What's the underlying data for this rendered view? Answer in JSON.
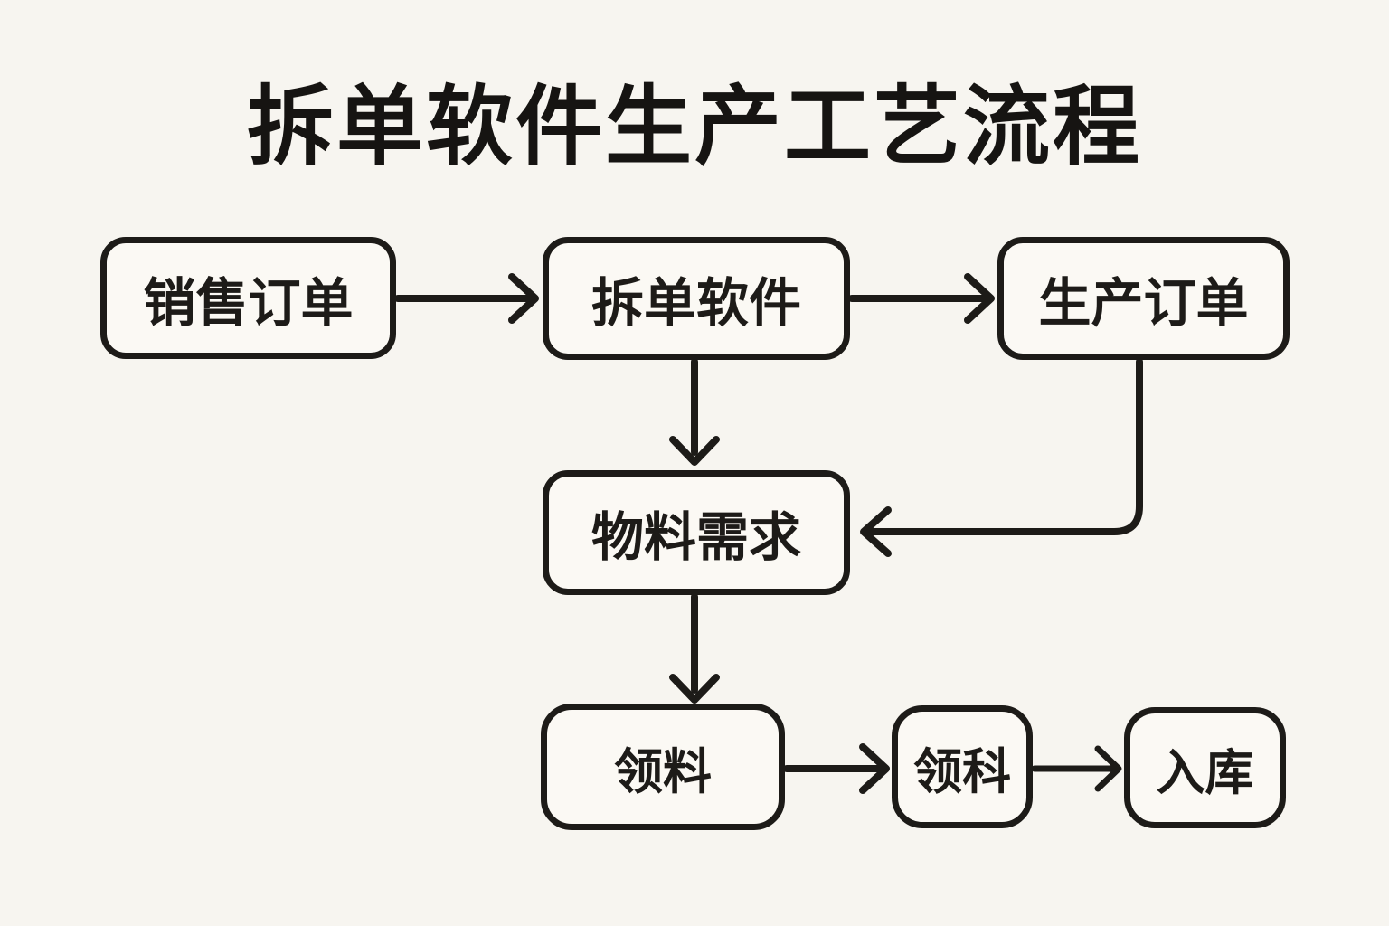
{
  "title": "拆单软件生产工艺流程",
  "colors": {
    "background": "#f7f5f0",
    "box_fill": "#fbf9f4",
    "line": "#1d1b18",
    "text": "#1d1b18"
  },
  "diagram": {
    "type": "flowchart",
    "nodes": [
      {
        "id": "sales-order",
        "label": "销售订单"
      },
      {
        "id": "split-software",
        "label": "拆单软件"
      },
      {
        "id": "production-order",
        "label": "生产订单"
      },
      {
        "id": "material-requirements",
        "label": "物料需求"
      },
      {
        "id": "picking",
        "label": "领料"
      },
      {
        "id": "picking-2",
        "label": "领科"
      },
      {
        "id": "warehouse-in",
        "label": "入库"
      }
    ],
    "edges": [
      {
        "from": "销售订单",
        "to": "拆单软件",
        "shape": "straight-right"
      },
      {
        "from": "拆单软件",
        "to": "生产订单",
        "shape": "straight-right"
      },
      {
        "from": "拆单软件",
        "to": "物料需求",
        "shape": "straight-down"
      },
      {
        "from": "生产订单",
        "to": "物料需求",
        "shape": "elbow-down-left"
      },
      {
        "from": "物料需求",
        "to": "领料",
        "shape": "straight-down"
      },
      {
        "from": "领料",
        "to": "领科",
        "shape": "straight-right"
      },
      {
        "from": "领科",
        "to": "入库",
        "shape": "straight-right"
      }
    ]
  }
}
